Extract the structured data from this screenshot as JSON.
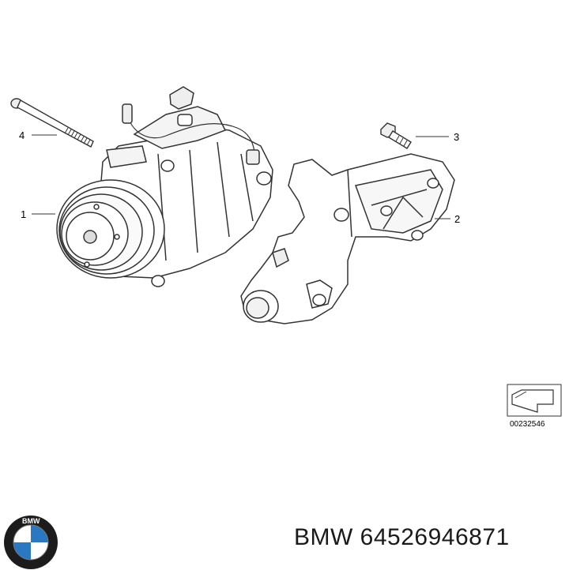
{
  "callouts": {
    "compressor": "1",
    "bracket": "2",
    "bracket_bolt": "3",
    "compressor_bolt": "4"
  },
  "drawing_code": "00232546",
  "caption": {
    "brand": "BMW",
    "part_number": "64526946871"
  },
  "logo": {
    "text": "BMW",
    "colors": {
      "ring": "#1c1c1c",
      "blue": "#2a78c2",
      "white": "#ffffff"
    },
    "icon": "bmw-roundel-icon"
  },
  "colors": {
    "line": "#333333",
    "fill": "#ffffff",
    "shade": "#e6e6e6"
  }
}
